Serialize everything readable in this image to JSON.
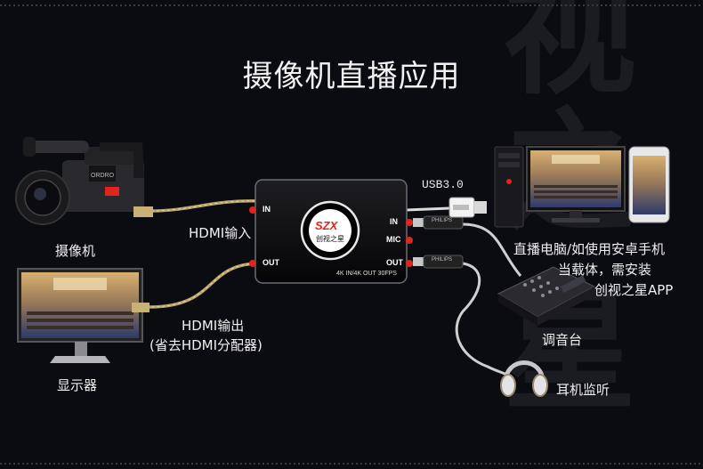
{
  "title": "摄像机直播应用",
  "watermark_glyphs": [
    "视",
    "之",
    "星"
  ],
  "device": {
    "brand": "SZX",
    "brand_sub": "创视之星",
    "spec_text": "4K IN/4K OUT 30FPS",
    "ports": {
      "left_in": "IN",
      "left_out": "OUT",
      "right_in": "IN",
      "right_mic": "MIC",
      "right_out": "OUT"
    }
  },
  "labels": {
    "camera": "摄像机",
    "hdmi_in": "HDMI输入",
    "monitor": "显示器",
    "hdmi_out": "HDMI输出",
    "hdmi_out_note": "(省去HDMI分配器)",
    "usb": "USB3.0",
    "pc_line1": "直播电脑/如使用安卓手机",
    "pc_line2": "当载体，需安装",
    "pc_line3": "创视之星APP",
    "mixer": "调音台",
    "headphone": "耳机监听",
    "plug_brand": "PHILIPS"
  },
  "colors": {
    "background": "#0b0b12",
    "accent_red": "#e0261c",
    "cable_gold": "#b8a46a"
  }
}
